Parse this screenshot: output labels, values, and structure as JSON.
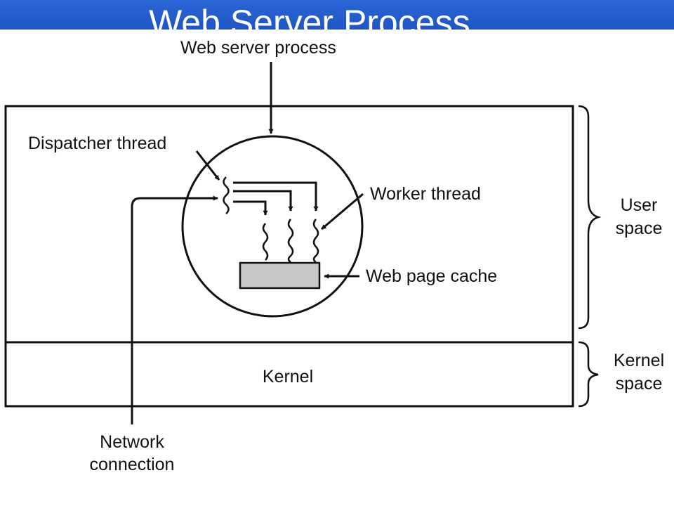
{
  "slide": {
    "title": "Web Server Process"
  },
  "diagram": {
    "labels": {
      "web_server_process": "Web server process",
      "dispatcher_thread": "Dispatcher thread",
      "worker_thread": "Worker thread",
      "web_page_cache": "Web page cache",
      "kernel": "Kernel",
      "network_line1": "Network",
      "network_line2": "connection",
      "user_space_line1": "User",
      "user_space_line2": "space",
      "kernel_space_line1": "Kernel",
      "kernel_space_line2": "space"
    },
    "colors": {
      "title_bar": "#2a66d6",
      "cache_fill": "#c8c8c8",
      "stroke": "#111111"
    }
  }
}
